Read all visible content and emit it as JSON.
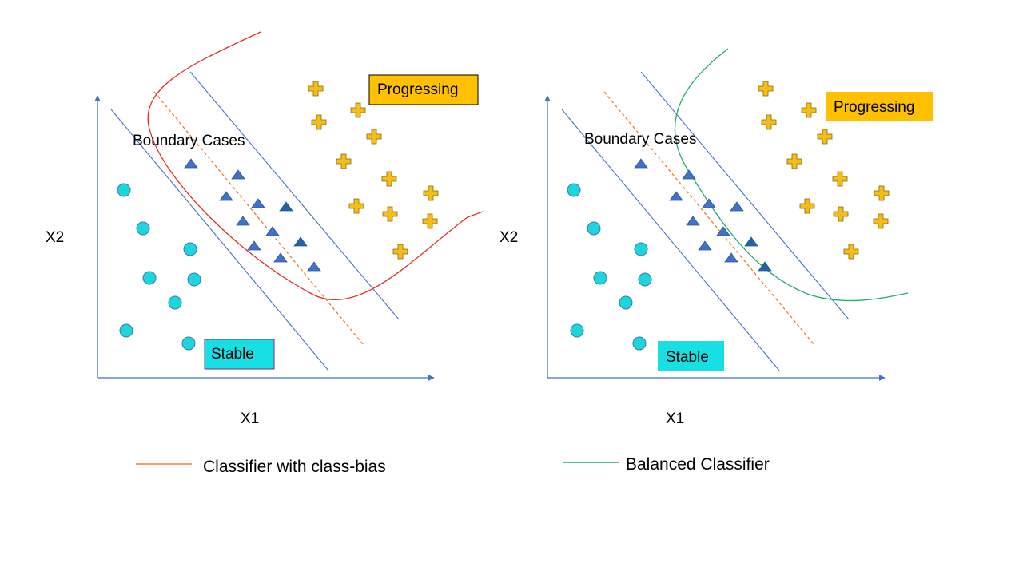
{
  "panels": [
    {
      "id": "left",
      "x_axis_label": "X1",
      "y_axis_label": "X2",
      "boundary_label": "Boundary Cases",
      "progressing_label": "Progressing",
      "stable_label": "Stable",
      "boundary_curve_color": "#e0302a"
    },
    {
      "id": "right",
      "x_axis_label": "X1",
      "y_axis_label": "X2",
      "boundary_label": "Boundary Cases",
      "progressing_label": "Progressing",
      "stable_label": "Stable",
      "boundary_curve_color": "#1fae6a"
    }
  ],
  "legend": [
    {
      "label": "Classifier with class-bias",
      "color": "#ee7d31",
      "style": "solid"
    },
    {
      "label": "Balanced Classifier",
      "color": "#1fae6a",
      "style": "solid"
    }
  ],
  "colors": {
    "axis": "#4472c4",
    "margin_line": "#4472c4",
    "biased_classifier": "#ee7d31",
    "circle_fill": "#1dd6dc",
    "triangle_fill": "#3f72c8",
    "triangle_dark_fill": "#1f64a8",
    "plus_fill": "#f5bd1a",
    "progressing_box": "#ffc000",
    "stable_box": "#18dfe3"
  },
  "icons": {
    "stable_marker": "circle",
    "boundary_marker": "triangle",
    "progressing_marker": "plus"
  }
}
